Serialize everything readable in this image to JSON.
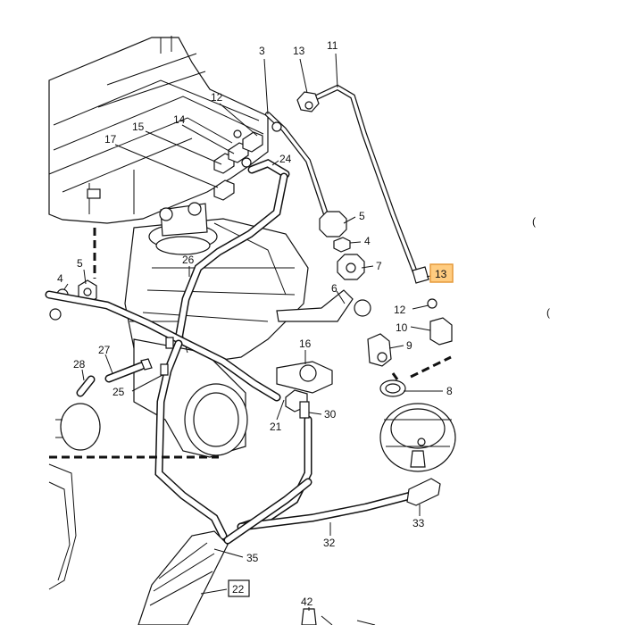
{
  "callouts": [
    {
      "id": "c3",
      "text": "3"
    },
    {
      "id": "c13a",
      "text": "13"
    },
    {
      "id": "c11",
      "text": "11"
    },
    {
      "id": "c12a",
      "text": "12"
    },
    {
      "id": "c14",
      "text": "14"
    },
    {
      "id": "c15",
      "text": "15"
    },
    {
      "id": "c17",
      "text": "17"
    },
    {
      "id": "c24",
      "text": "24"
    },
    {
      "id": "c5a",
      "text": "5"
    },
    {
      "id": "c4a",
      "text": "4"
    },
    {
      "id": "c7",
      "text": "7"
    },
    {
      "id": "c6",
      "text": "6"
    },
    {
      "id": "c13b",
      "text": "13"
    },
    {
      "id": "c12b",
      "text": "12"
    },
    {
      "id": "c10",
      "text": "10"
    },
    {
      "id": "c9",
      "text": "9"
    },
    {
      "id": "c8",
      "text": "8"
    },
    {
      "id": "c4b",
      "text": "4"
    },
    {
      "id": "c5b",
      "text": "5"
    },
    {
      "id": "c26",
      "text": "26"
    },
    {
      "id": "c16",
      "text": "16"
    },
    {
      "id": "c27",
      "text": "27"
    },
    {
      "id": "c28",
      "text": "28"
    },
    {
      "id": "c25",
      "text": "25"
    },
    {
      "id": "c21",
      "text": "21"
    },
    {
      "id": "c30",
      "text": "30"
    },
    {
      "id": "c33",
      "text": "33"
    },
    {
      "id": "c32",
      "text": "32"
    },
    {
      "id": "c35",
      "text": "35"
    },
    {
      "id": "c22",
      "text": "22"
    },
    {
      "id": "c42",
      "text": "42"
    }
  ],
  "margin_marks": [
    "(",
    "("
  ],
  "colors": {
    "ink": "#111111",
    "highlight_fill": "#ffcc80",
    "highlight_border": "#e59a3a"
  }
}
